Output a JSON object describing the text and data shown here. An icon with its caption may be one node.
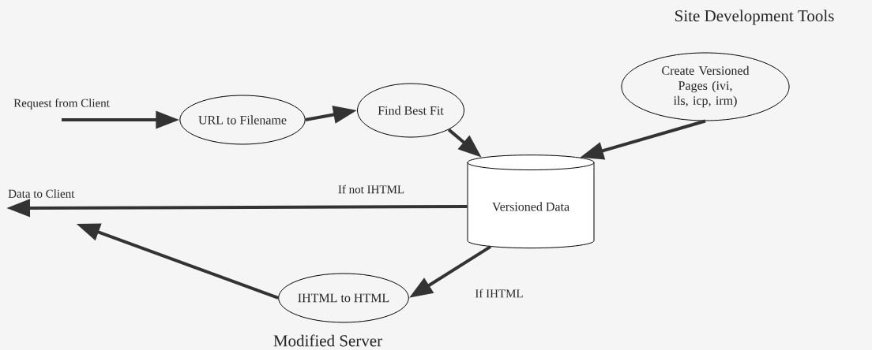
{
  "diagram": {
    "nodes": [
      {
        "text": [
          "Request from Client"
        ]
      },
      {
        "text": [
          "URL to Filename"
        ]
      },
      {
        "text": [
          "Find Best Fit"
        ]
      },
      {
        "text": [
          "Create Versioned Pages (ivi, ils, icp, irm)"
        ]
      },
      {
        "text": [
          "Versioned Data"
        ]
      },
      {
        "text": [
          "IHTML to HTML"
        ]
      },
      {
        "text": [
          "Data to Client"
        ]
      }
    ],
    "edges": [
      {
        "from": 0,
        "to": 1,
        "arrow": "to"
      },
      {
        "from": 1,
        "to": 2,
        "arrow": "to"
      },
      {
        "from": 2,
        "to": 4,
        "arrow": "to"
      },
      {
        "from": 3,
        "to": 4,
        "arrow": "to"
      },
      {
        "from": 4,
        "to": 6,
        "arrow": "to",
        "label": "If not IHTML"
      },
      {
        "from": 4,
        "to": 5,
        "arrow": "to",
        "label": "If IHTML"
      },
      {
        "from": 5,
        "to": 6,
        "arrow": "to"
      }
    ],
    "labels": [
      "Site Development Tools",
      "Modified Server"
    ]
  }
}
